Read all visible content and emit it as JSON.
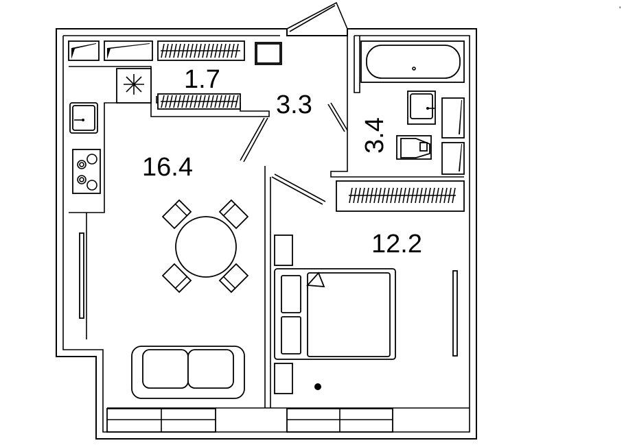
{
  "plan": {
    "rooms": [
      {
        "id": "kitchen-living",
        "area": "16.4"
      },
      {
        "id": "wardrobe",
        "area": "1.7"
      },
      {
        "id": "hallway",
        "area": "3.3"
      },
      {
        "id": "bathroom",
        "area": "3.4"
      },
      {
        "id": "bedroom",
        "area": "12.2"
      }
    ],
    "corner_mark": "'"
  },
  "colors": {
    "line": "#000000",
    "background": "#ffffff"
  }
}
